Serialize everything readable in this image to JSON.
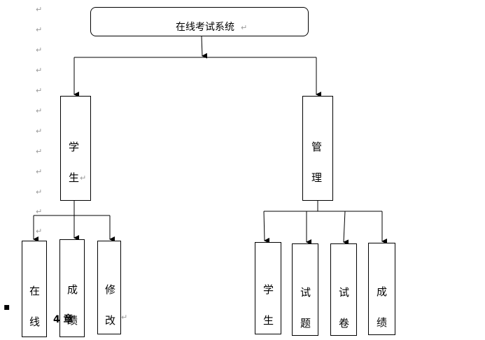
{
  "diagram": {
    "root": {
      "label": "在线考试系统",
      "mark": "↵"
    },
    "student": {
      "chars": [
        "学",
        "生"
      ],
      "mark": "↵"
    },
    "admin": {
      "chars": [
        "管",
        "理"
      ]
    },
    "student_children": [
      {
        "chars": [
          "在",
          "线"
        ]
      },
      {
        "chars": [
          "成",
          "绩"
        ]
      },
      {
        "chars": [
          "修",
          "改"
        ],
        "mark": "↵"
      }
    ],
    "admin_children": [
      {
        "chars": [
          "学",
          "生"
        ]
      },
      {
        "chars": [
          "试",
          "题"
        ]
      },
      {
        "chars": [
          "试",
          "卷"
        ]
      },
      {
        "chars": [
          "成",
          "绩"
        ]
      }
    ]
  },
  "return_mark": "↵",
  "caption": {
    "bullet": "▪",
    "text": "4 章"
  }
}
